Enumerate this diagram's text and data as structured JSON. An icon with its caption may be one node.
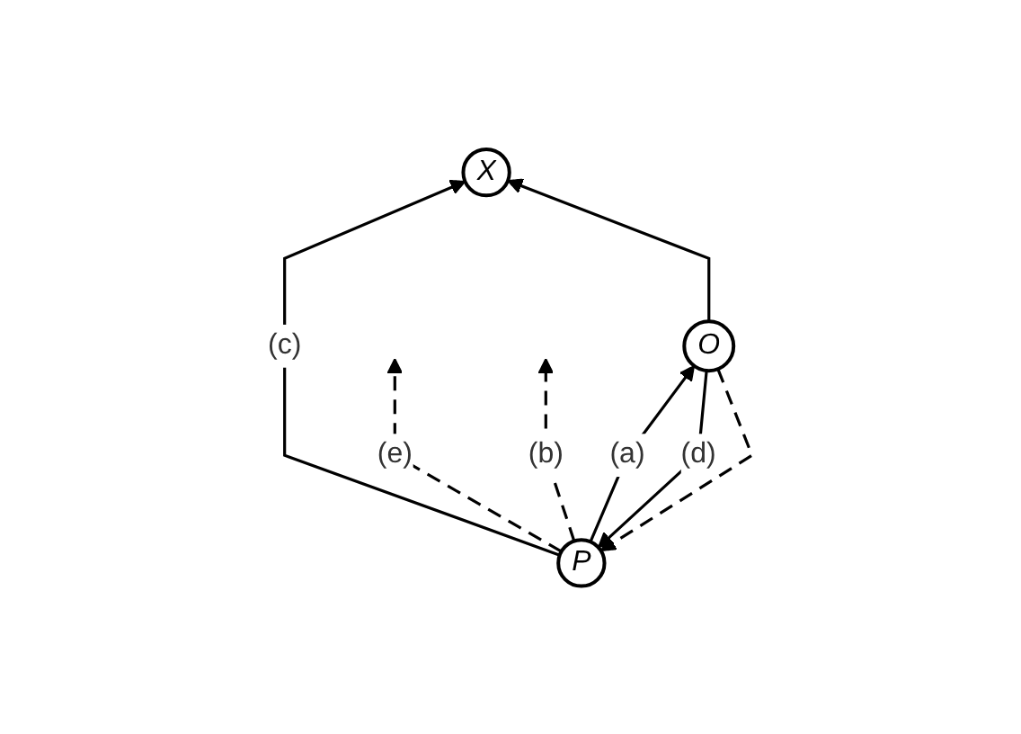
{
  "diagram": {
    "nodes": [
      {
        "text": [
          "X"
        ]
      },
      {
        "text": [
          "P"
        ]
      },
      {
        "text": [
          "O"
        ]
      }
    ],
    "edges": [
      {
        "from": 1,
        "to": 0,
        "arrow": "to",
        "label": "(c)"
      },
      {
        "from": 1,
        "to": null,
        "arrow": "to",
        "label": "(e)",
        "style": "dashed"
      },
      {
        "from": 2,
        "to": 0,
        "arrow": "to"
      },
      {
        "from": 1,
        "to": 2,
        "arrow": "to",
        "label": "(a)"
      },
      {
        "from": 2,
        "to": 1,
        "arrow": "to",
        "label": "(d)"
      },
      {
        "from": 2,
        "to": 1,
        "arrow": "to",
        "style": "dashed"
      },
      {
        "from": 1,
        "to": null,
        "arrow": "to",
        "label": "(b)",
        "style": "dashed"
      }
    ]
  }
}
